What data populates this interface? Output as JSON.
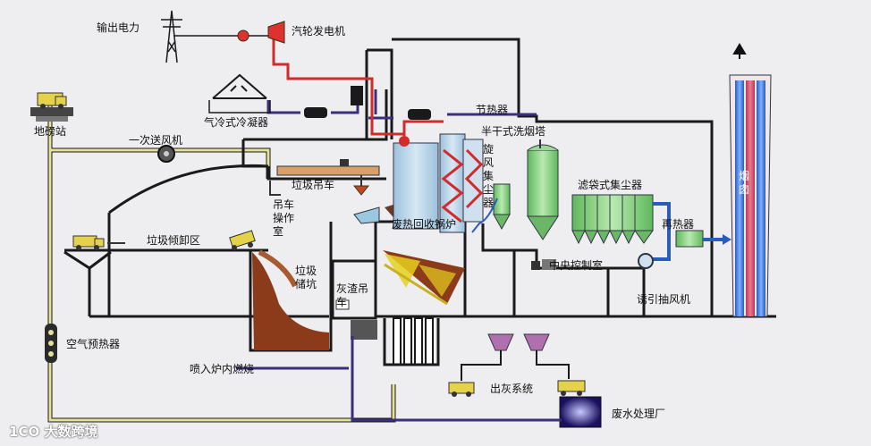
{
  "labels": {
    "output_power": "输出电力",
    "turbine_generator": "汽轮发电机",
    "air_cooled_condenser": "气冷式冷凝器",
    "weighbridge": "地磅站",
    "primary_air_fan": "一次送风机",
    "economizer": "节热器",
    "semi_dry_scrubber": "半干式洗烟塔",
    "cyclone_collector": "旋风集尘器",
    "waste_crane": "垃圾吊车",
    "crane_control_room": "吊车操作室",
    "waste_heat_boiler": "废热回收锅炉",
    "bag_filter": "滤袋式集尘器",
    "reheater": "再热器",
    "chimney": "烟囱",
    "tipping_area": "垃圾倾卸区",
    "waste_pit": "垃圾储坑",
    "ash_crane": "灰渣吊车",
    "central_control_room": "中央控制室",
    "induced_draft_fan": "诱引抽风机",
    "air_preheater": "空气预热器",
    "inject_furnace": "喷入炉内燃烧",
    "ash_discharge": "出灰系统",
    "wastewater_treatment": "废水处理厂"
  },
  "watermark": {
    "logo": "1CO",
    "text": "大数跨境"
  },
  "colors": {
    "steam_pipe": "#d42a2a",
    "water_pipe": "#3a2f7a",
    "air_duct": "#e6e19a",
    "structure": "#1a1a1a",
    "equipment": "#b8d2e4",
    "filter": "#90d08c",
    "waste": "#8b3a1a"
  }
}
